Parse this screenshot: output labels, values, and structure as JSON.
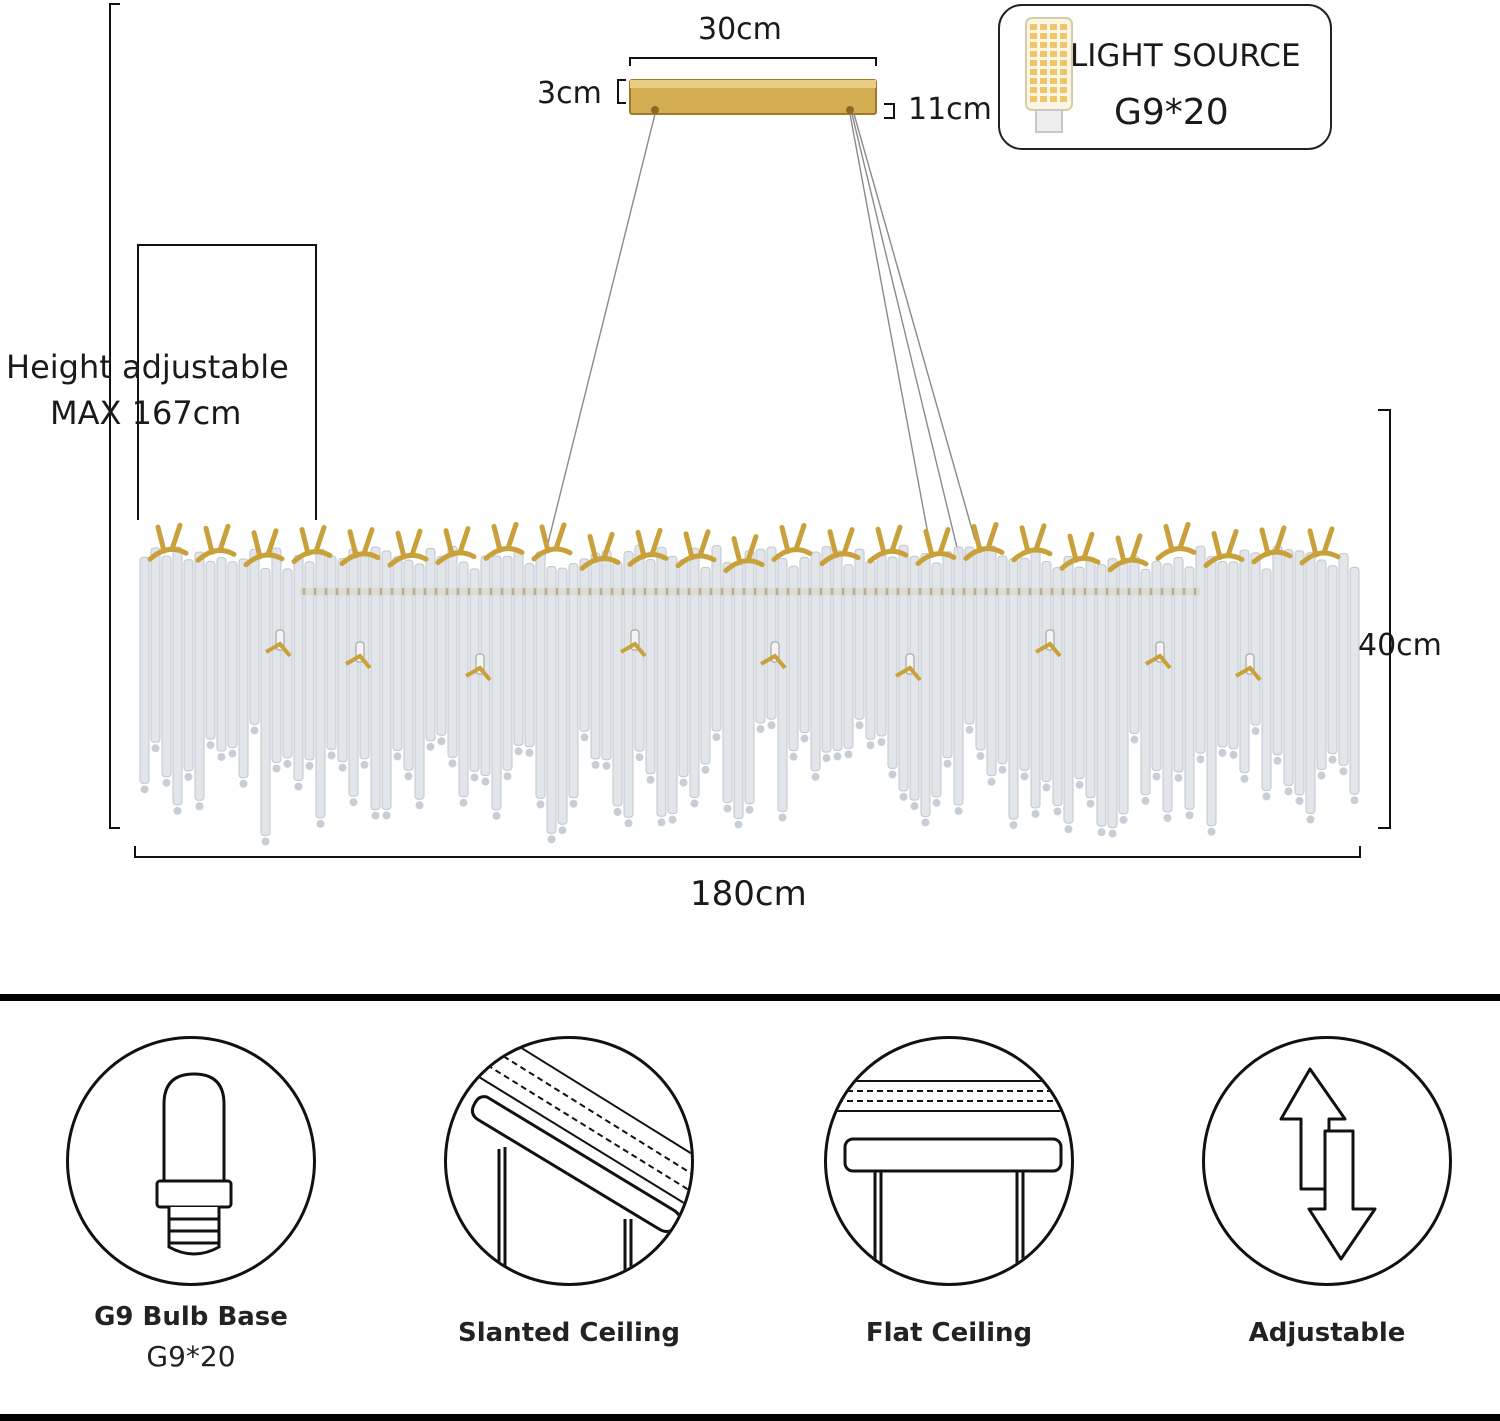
{
  "dimensions": {
    "canopy_width": "30cm",
    "canopy_height": "3cm",
    "canopy_depth": "11cm",
    "total_width": "180cm",
    "body_height": "40cm",
    "adjust_line1": "Height adjustable",
    "adjust_line2": "MAX  167cm"
  },
  "light_source": {
    "title": "LIGHT  SOURCE",
    "spec": "G9*20"
  },
  "features": [
    {
      "label": "G9 Bulb Base",
      "sub": "G9*20",
      "icon": "bulb-icon"
    },
    {
      "label": "Slanted Ceiling",
      "icon": "slanted-ceiling-icon"
    },
    {
      "label": "Flat Ceiling",
      "icon": "flat-ceiling-icon"
    },
    {
      "label": "Adjustable",
      "icon": "up-down-arrows-icon"
    }
  ],
  "colors": {
    "gold": "#c9a13b",
    "crystal": "#dfe3e8",
    "line": "#111111"
  }
}
